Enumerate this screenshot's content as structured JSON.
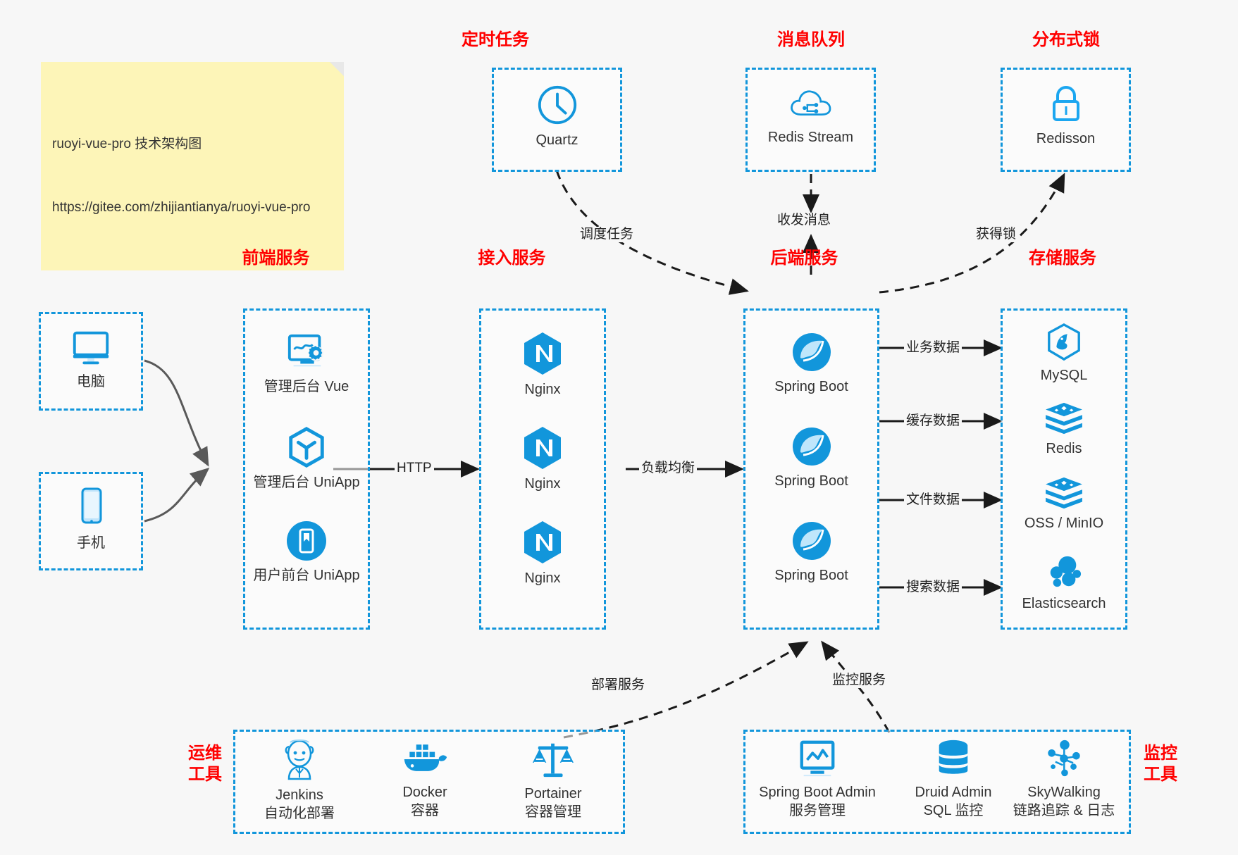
{
  "note": {
    "line1": "ruoyi-vue-pro 技术架构图",
    "line2": "https://gitee.com/zhijiantianya/ruoyi-vue-pro"
  },
  "colors": {
    "accent": "#1296db",
    "title": "#ff0000",
    "arrow": "#1a1a1a",
    "curve": "#595959",
    "note_bg": "#fdf5b8",
    "canvas_bg": "#f7f7f7"
  },
  "groups": {
    "scheduler": {
      "title": "定时任务",
      "nodes": [
        {
          "label": "Quartz",
          "icon": "clock-icon"
        }
      ]
    },
    "mq": {
      "title": "消息队列",
      "nodes": [
        {
          "label": "Redis Stream",
          "icon": "cloud-stream-icon"
        }
      ]
    },
    "lock": {
      "title": "分布式锁",
      "nodes": [
        {
          "label": "Redisson",
          "icon": "lock-icon"
        }
      ]
    },
    "clients": {
      "title": "",
      "nodes": [
        {
          "label": "电脑",
          "icon": "desktop-icon"
        },
        {
          "label": "手机",
          "icon": "mobile-icon"
        }
      ]
    },
    "frontend": {
      "title": "前端服务",
      "nodes": [
        {
          "label": "管理后台 Vue",
          "icon": "dashboard-icon"
        },
        {
          "label": "管理后台 UniApp",
          "icon": "cube-icon"
        },
        {
          "label": "用户前台 UniApp",
          "icon": "phone-app-icon"
        }
      ]
    },
    "gateway": {
      "title": "接入服务",
      "nodes": [
        {
          "label": "Nginx",
          "icon": "nginx-icon"
        },
        {
          "label": "Nginx",
          "icon": "nginx-icon"
        },
        {
          "label": "Nginx",
          "icon": "nginx-icon"
        }
      ]
    },
    "backend": {
      "title": "后端服务",
      "nodes": [
        {
          "label": "Spring Boot",
          "icon": "spring-icon"
        },
        {
          "label": "Spring Boot",
          "icon": "spring-icon"
        },
        {
          "label": "Spring Boot",
          "icon": "spring-icon"
        }
      ]
    },
    "storage": {
      "title": "存储服务",
      "nodes": [
        {
          "label": "MySQL",
          "icon": "mysql-icon"
        },
        {
          "label": "Redis",
          "icon": "redis-icon"
        },
        {
          "label": "OSS / MinIO",
          "icon": "oss-icon"
        },
        {
          "label": "Elasticsearch",
          "icon": "elasticsearch-icon"
        }
      ]
    },
    "devops": {
      "title": "运维\n工具",
      "nodes": [
        {
          "label": "Jenkins",
          "sub": "自动化部署",
          "icon": "jenkins-icon"
        },
        {
          "label": "Docker",
          "sub": "容器",
          "icon": "docker-icon"
        },
        {
          "label": "Portainer",
          "sub": "容器管理",
          "icon": "scales-icon"
        }
      ]
    },
    "monitor": {
      "title": "监控\n工具",
      "nodes": [
        {
          "label": "Spring Boot Admin",
          "sub": "服务管理",
          "icon": "monitor-chart-icon"
        },
        {
          "label": "Druid Admin",
          "sub": "SQL 监控",
          "icon": "database-icon"
        },
        {
          "label": "SkyWalking",
          "sub": "链路追踪 & 日志",
          "icon": "skywalking-icon"
        }
      ]
    }
  },
  "edges": [
    {
      "name": "edge-frontend-gateway",
      "label": "HTTP"
    },
    {
      "name": "edge-gateway-backend",
      "label": "负载均衡"
    },
    {
      "name": "edge-scheduler-backend",
      "label": "调度任务"
    },
    {
      "name": "edge-mq-backend",
      "label": "收发消息"
    },
    {
      "name": "edge-backend-lock",
      "label": "获得锁"
    },
    {
      "name": "edge-backend-mysql",
      "label": "业务数据"
    },
    {
      "name": "edge-backend-redis",
      "label": "缓存数据"
    },
    {
      "name": "edge-backend-oss",
      "label": "文件数据"
    },
    {
      "name": "edge-backend-es",
      "label": "搜索数据"
    },
    {
      "name": "edge-devops-backend",
      "label": "部署服务"
    },
    {
      "name": "edge-monitor-backend",
      "label": "监控服务"
    }
  ]
}
